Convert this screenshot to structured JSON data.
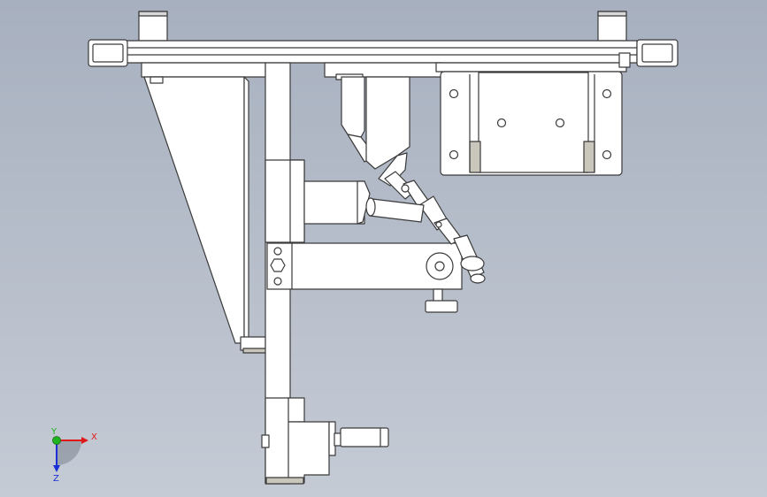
{
  "colors": {
    "bg_top": "#a7b0bf",
    "bg_bottom": "#c3c9d3",
    "part_fill": "#ffffff",
    "part_stroke": "#3a3a3a",
    "shade": "#c9c6bb",
    "axis_x": "#e01818",
    "axis_y": "#1fb41f",
    "axis_z": "#1b2fd6"
  },
  "triad": {
    "x_label": "X",
    "y_label": "Y",
    "z_label": "Z"
  }
}
